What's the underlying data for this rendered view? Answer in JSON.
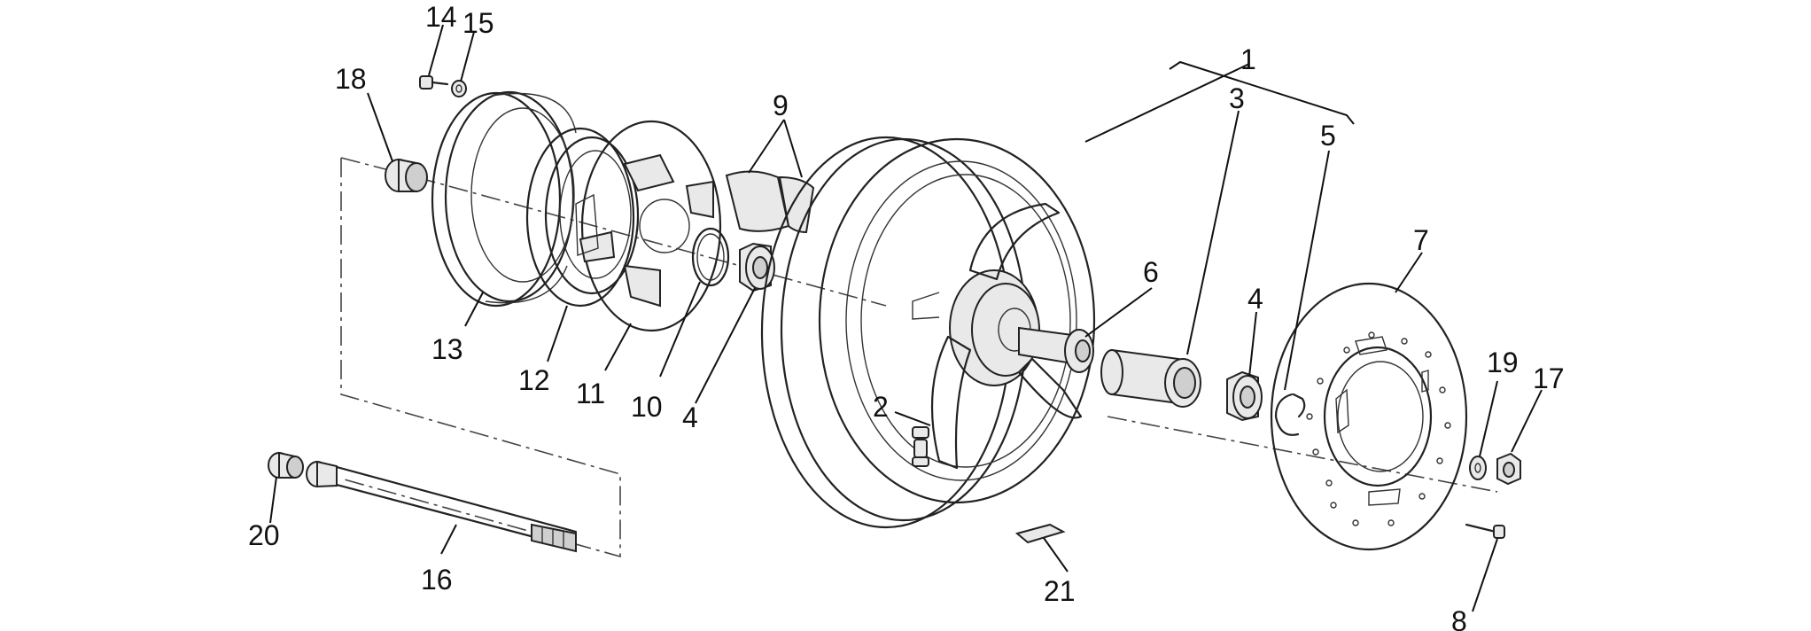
{
  "callouts": {
    "c1": "1",
    "c2": "2",
    "c3": "3",
    "c4a": "4",
    "c4b": "4",
    "c5": "5",
    "c6": "6",
    "c7": "7",
    "c8": "8",
    "c9": "9",
    "c10": "10",
    "c11": "11",
    "c12": "12",
    "c13": "13",
    "c14": "14",
    "c15": "15",
    "c16": "16",
    "c17": "17",
    "c18": "18",
    "c19": "19",
    "c20": "20",
    "c21": "21"
  },
  "colors": {
    "line": "#222222",
    "background": "#ffffff",
    "part_fill": "#e9e9e9"
  }
}
